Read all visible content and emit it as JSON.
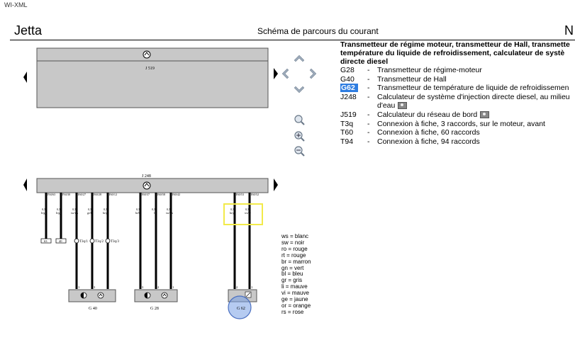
{
  "header": {
    "source": "WI-XML",
    "model": "Jetta",
    "doc_title": "Schéma de parcours du courant",
    "page_label": "N"
  },
  "legend": {
    "heading_lines": [
      "Transmetteur de régime moteur, transmetteur de Hall, transmette",
      "température du liquide de refroidissement, calculateur de systè",
      "directe diesel"
    ],
    "items": [
      {
        "code": "G28",
        "desc": "Transmetteur de régime-moteur"
      },
      {
        "code": "G40",
        "desc": "Transmetteur de Hall"
      },
      {
        "code": "G62",
        "desc": "Transmetteur de température de liquide de refroidissemen",
        "highlight": true
      },
      {
        "code": "J248",
        "desc": "Calculateur de système d'injection directe diesel, au milieu",
        "desc2": "d'eau",
        "camera": true
      },
      {
        "code": "J519",
        "desc": "Calculateur du réseau de bord",
        "camera": true
      },
      {
        "code": "T3q",
        "desc": "Connexion à fiche, 3 raccords, sur le moteur, avant"
      },
      {
        "code": "T60",
        "desc": "Connexion à fiche, 60 raccords"
      },
      {
        "code": "T94",
        "desc": "Connexion à fiche, 94 raccords"
      }
    ]
  },
  "colors": [
    "ws = blanc",
    "sw = noir",
    "ro = rouge",
    "rt = rouge",
    "br = marron",
    "gn = vert",
    "bl = bleu",
    "gr = gris",
    "li = mauve",
    "vi = mauve",
    "ge = jaune",
    "or = orange",
    "rs = rose"
  ],
  "diagram": {
    "j519_label": "J 519",
    "j248_label": "J 248",
    "connectors": [
      "T94/63",
      "T94/30",
      "T60/27",
      "T60/28",
      "T60/12",
      "T60/37",
      "T60/58",
      "T60/42",
      "T60/53",
      "T60/52"
    ],
    "wire_sizes": [
      "0,35",
      "0,35",
      "0,35",
      "0,35",
      "0,35",
      "0,35",
      "0,35",
      "0,35",
      "0,35",
      "0,35"
    ],
    "wire_colors": [
      "li/ge",
      "li/ge",
      "sw/ws",
      "ge/li",
      "br/gn",
      "br/bl",
      "li",
      "sw/ws",
      "br/gr",
      "ws/gr"
    ],
    "boxes": [
      "63",
      "40"
    ],
    "t3q_labels": [
      "T3q/1",
      "T3q/2",
      "T3q/3"
    ],
    "pin_labels_g40": [
      "1",
      "3"
    ],
    "pin_labels_g28": [
      "3",
      "2",
      "1"
    ],
    "pin_labels_g62": [
      "2",
      "1"
    ],
    "components": [
      "G 40",
      "G 28",
      "G 62"
    ]
  }
}
